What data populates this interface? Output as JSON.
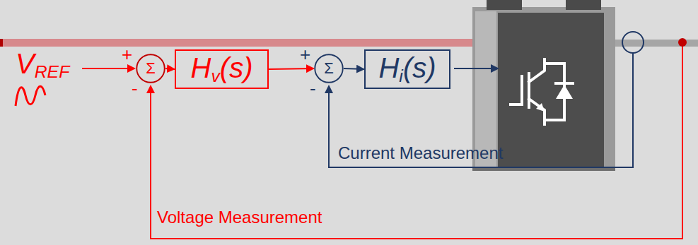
{
  "diagram": {
    "nodes": [
      {
        "text": [
          "Σ"
        ]
      },
      {
        "text": [
          "Hv(s)"
        ]
      },
      {
        "text": [
          "Σ"
        ]
      },
      {
        "text": [
          "Hi(s)"
        ]
      }
    ],
    "edges": [
      {
        "from": 0,
        "to": 1,
        "arrow": "to"
      },
      {
        "from": 1,
        "to": 2,
        "arrow": "to"
      },
      {
        "from": 2,
        "to": 3,
        "arrow": "to"
      }
    ],
    "labels": [
      "VREF",
      "+",
      "-",
      "+",
      "-",
      "Current Measurement",
      "Voltage Measurement"
    ]
  }
}
